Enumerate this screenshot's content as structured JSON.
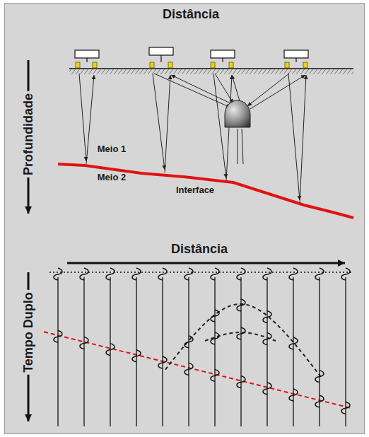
{
  "diagram": {
    "labels": [
      "Distância",
      "Profundidade",
      "Meio 1",
      "Meio 2",
      "Interface",
      "Distância",
      "Tempo Duplo"
    ]
  }
}
